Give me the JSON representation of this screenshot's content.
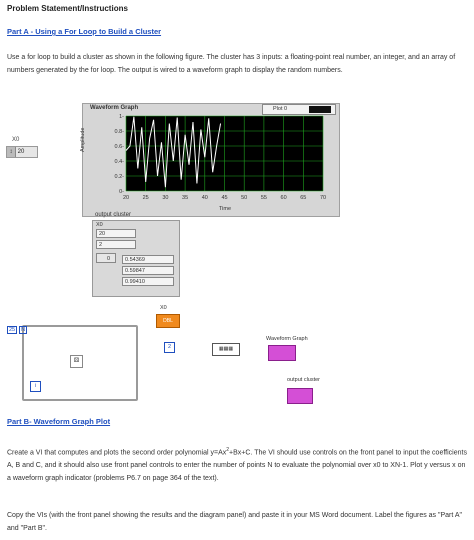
{
  "heading": "Problem Statement/Instructions",
  "part_a": {
    "title": "Part A - Using a For Loop to Build a Cluster",
    "paragraph": "Use a for loop to build a cluster as shown in the following figure. The cluster has 3 inputs: a floating-point real number, an integer, and an array of numbers generated by the for loop. The output is wired to a waveform graph to display the random numbers."
  },
  "front_panel": {
    "x0_label": "X0",
    "x0_value": "20",
    "graph_title": "Waveform Graph",
    "legend_label": "Plot 0",
    "y_axis_label": "Amplitude",
    "x_axis_label": "Time",
    "y_ticks": [
      "1-",
      "0.8-",
      "0.6-",
      "0.4-",
      "0.2-",
      "0-"
    ],
    "x_ticks": [
      "20",
      "25",
      "30",
      "35",
      "40",
      "45",
      "50",
      "55",
      "60",
      "65",
      "70"
    ],
    "output_cluster_label": "output cluster",
    "cluster_x0_label": "X0",
    "cluster_x0_value": "20",
    "cluster_int_value": "2",
    "array_index": "0",
    "array_values": [
      "0.54369",
      "0.59847",
      "0.99410"
    ]
  },
  "block_diagram": {
    "n_count": "25",
    "n_label": "N",
    "i_label": "i",
    "x0_label": "X0",
    "x0_terminal": "DBL",
    "const_value": "2",
    "bundle_label": "",
    "graph_label": "Waveform Graph",
    "cluster_label": "output cluster"
  },
  "part_b": {
    "title": "Part B- Waveform Graph Plot",
    "paragraph_1_a": "Create a VI that computes and plots the second order polynomial y=Ax",
    "paragraph_1_sup": "2",
    "paragraph_1_b": "+Bx+C. The VI should use controls on the front panel to input the coefficients A, B and C, and it should also use front panel controls to enter the number of points N to evaluate the polynomial over x0 to XN-1. Plot y versus x on a waveform graph indicator (problems P6.7 on page 364 of the text).",
    "paragraph_2": "Copy the VIs (with the front panel showing the results and the diagram panel) and paste it in your MS Word document. Label the figures as \"Part A\" and \"Part B\"."
  },
  "colors": {
    "link_blue": "#1f4fbf",
    "plot_bg": "#000000",
    "grid_green": "#1fa51f",
    "trace_white": "#ffffff",
    "wire_orange": "#f08a1e",
    "wire_magenta": "#d44fd6"
  },
  "chart_data": {
    "type": "line",
    "title": "Waveform Graph",
    "xlabel": "Time",
    "ylabel": "Amplitude",
    "xlim": [
      20,
      70
    ],
    "ylim": [
      0,
      1
    ],
    "grid": true,
    "legend": "top-right",
    "series": [
      {
        "name": "Plot 0",
        "x": [
          20,
          21,
          22,
          23,
          24,
          25,
          26,
          27,
          28,
          29,
          30,
          31,
          32,
          33,
          34,
          35,
          36,
          37,
          38,
          39,
          40,
          41,
          42,
          43,
          44
        ],
        "y": [
          0.54,
          0.6,
          0.99,
          0.3,
          0.85,
          0.12,
          0.7,
          0.95,
          0.2,
          0.65,
          0.05,
          0.9,
          0.4,
          0.98,
          0.15,
          0.75,
          0.35,
          0.92,
          0.1,
          0.82,
          0.45,
          0.97,
          0.25,
          0.6,
          0.9
        ]
      }
    ]
  }
}
